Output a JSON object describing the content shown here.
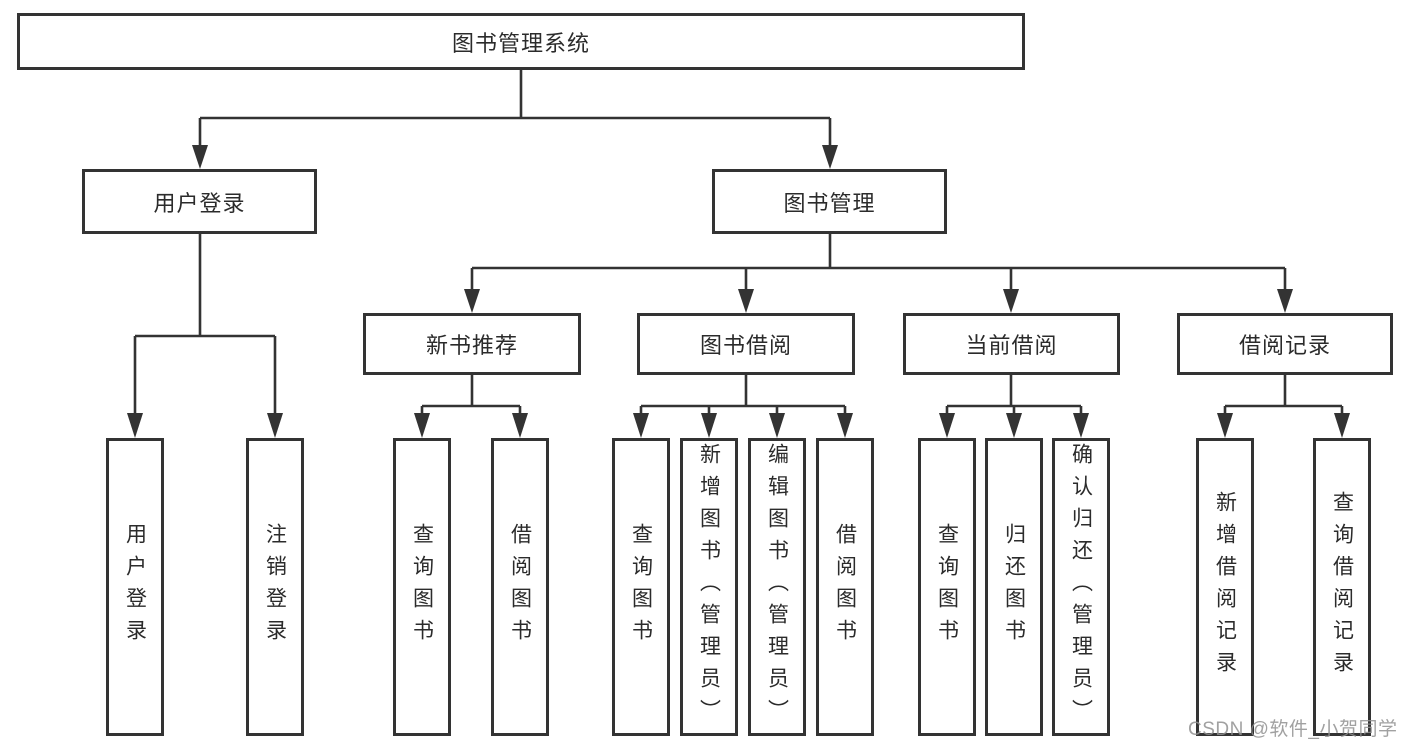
{
  "tree": {
    "root": "图书管理系统",
    "branches": [
      {
        "label": "用户登录",
        "children": [
          {
            "label": "用户登录"
          },
          {
            "label": "注销登录"
          }
        ]
      },
      {
        "label": "图书管理",
        "children": [
          {
            "label": "新书推荐",
            "children": [
              {
                "label": "查询图书"
              },
              {
                "label": "借阅图书"
              }
            ]
          },
          {
            "label": "图书借阅",
            "children": [
              {
                "label": "查询图书"
              },
              {
                "label": "新增图书（管理员）"
              },
              {
                "label": "编辑图书（管理员）"
              },
              {
                "label": "借阅图书"
              }
            ]
          },
          {
            "label": "当前借阅",
            "children": [
              {
                "label": "查询图书"
              },
              {
                "label": "归还图书"
              },
              {
                "label": "确认归还（管理员）"
              }
            ]
          },
          {
            "label": "借阅记录",
            "children": [
              {
                "label": "新增借阅记录"
              },
              {
                "label": "查询借阅记录"
              }
            ]
          }
        ]
      }
    ]
  },
  "watermark": {
    "text": "CSDN @软件_小贺同学"
  },
  "colors": {
    "line": "#333333",
    "background": "#ffffff",
    "watermark_gray": "#919191"
  }
}
